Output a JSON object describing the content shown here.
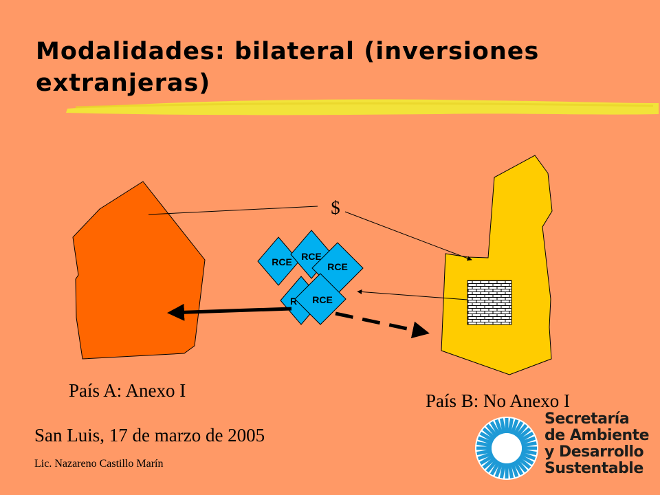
{
  "slide": {
    "title": "Modalidades: bilateral (inversiones extranjeras)",
    "currency_symbol": "$",
    "token_label": "RCE",
    "token_label_partial": "R",
    "country_a_label": "País A: Anexo I",
    "country_b_label": "País B: No Anexo I",
    "footer_event": "San Luis, 17 de marzo de 2005",
    "footer_author": "Lic. Nazareno Castillo Marín"
  },
  "logo": {
    "lines": [
      "Secretaría",
      "de Ambiente",
      "y Desarrollo",
      "Sustentable"
    ],
    "ring_color": "#1e9ad6"
  },
  "colors": {
    "background": "#FF9966",
    "country_a": "#FF6600",
    "country_b": "#FFCC00",
    "token": "#00B0F0",
    "highlighter": "#F2E33A"
  }
}
